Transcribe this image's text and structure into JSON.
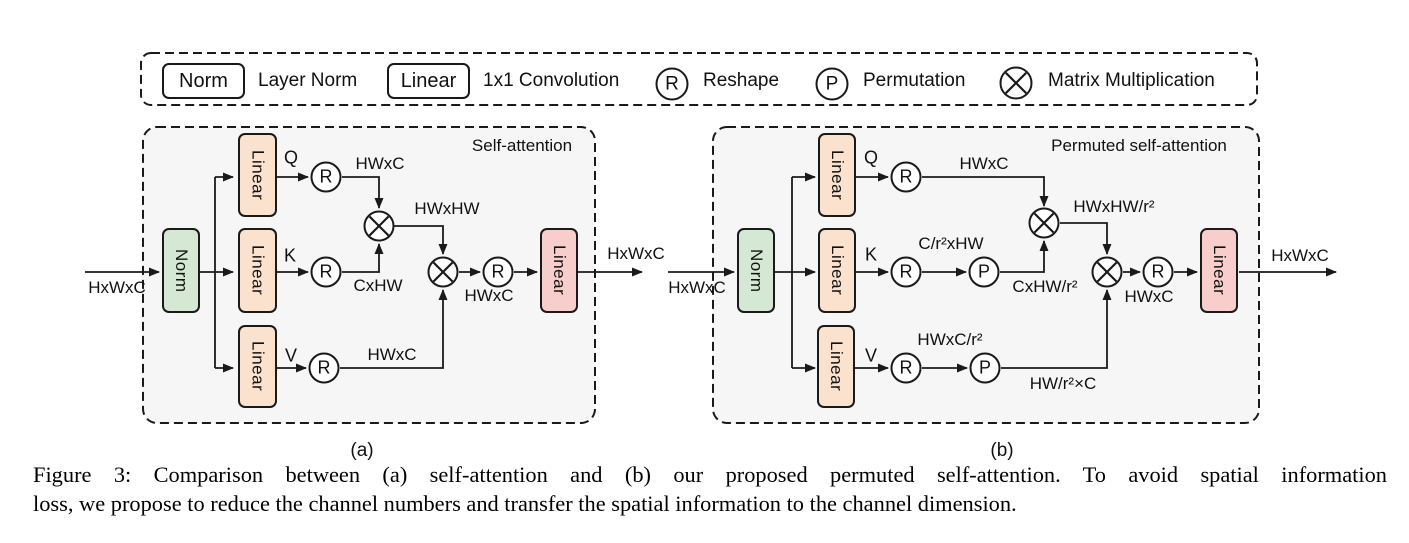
{
  "legend": {
    "norm_box": "Norm",
    "norm_desc": "Layer Norm",
    "linear_box": "Linear",
    "linear_desc": "1x1 Convolution",
    "reshape_symbol": "R",
    "reshape_desc": "Reshape",
    "permute_symbol": "P",
    "permute_desc": "Permutation",
    "matmul_desc": "Matrix Multiplication"
  },
  "panel_a": {
    "title": "Self-attention",
    "tag": "(a)",
    "input_dim": "HxWxC",
    "output_dim": "HxWxC",
    "norm_label": "Norm",
    "linear_label": "Linear",
    "q_label": "Q",
    "k_label": "K",
    "v_label": "V",
    "reshape_symbol": "R",
    "q_dim": "HWxC",
    "k_dim": "CxHW",
    "v_dim": "HWxC",
    "attn_dim": "HWxHW",
    "out_reshape_dim": "HWxC"
  },
  "panel_b": {
    "title": "Permuted self-attention",
    "tag": "(b)",
    "input_dim": "HxWxC",
    "output_dim": "HxWxC",
    "norm_label": "Norm",
    "linear_label": "Linear",
    "q_label": "Q",
    "k_label": "K",
    "v_label": "V",
    "reshape_symbol": "R",
    "permute_symbol": "P",
    "q_dim": "HWxC",
    "k_dim_reshaped": "C/r²xHW",
    "k_dim_permuted": "CxHW/r²",
    "v_dim_reshaped": "HWxC/r²",
    "v_dim_permuted": "HW/r²×C",
    "attn_dim": "HWxHW/r²",
    "out_reshape_dim": "HWxC"
  },
  "caption": {
    "line1": "Figure 3: Comparison between (a) self-attention and (b) our proposed permuted self-attention. To avoid spatial information",
    "line2": "loss, we propose to reduce the channel numbers and transfer the spatial information to the channel dimension."
  },
  "colors": {
    "norm_fill": "#d5e8d4",
    "linear_fill": "#fbe2cf",
    "output_linear_fill": "#f8cecc",
    "panel_fill": "#f6f6f6",
    "stroke": "#1a1a1a"
  }
}
